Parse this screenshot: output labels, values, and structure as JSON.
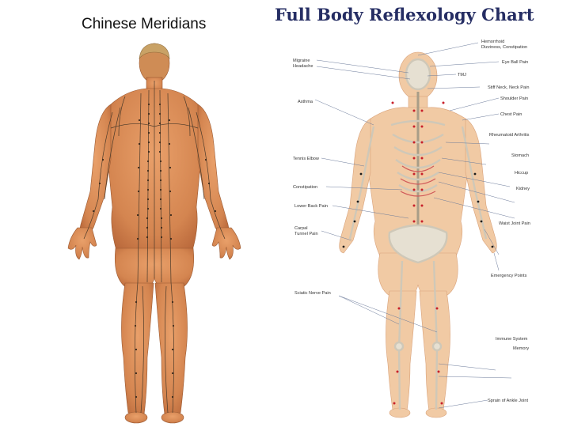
{
  "left_panel": {
    "title": "Chinese Meridians"
  },
  "right_panel": {
    "title": "Full Body Reflexology Chart",
    "labels_right": [
      "Hemorrhoid",
      "Dizziness, Constipation",
      "Eye Ball Pain",
      "TMJ",
      "Stiff Neck, Neck Pain",
      "Shoulder Pain",
      "Chest Pain",
      "Rheumatoid Arthritis",
      "Stomach",
      "Hiccup",
      "Kidney",
      "Waist Joint Pain",
      "Emergency Points",
      "Immune System",
      "Memory",
      "Sprain of Ankle Joint"
    ],
    "labels_left": [
      "Migraine",
      "Headache",
      "Asthma",
      "Tennis Elbow",
      "Constipation",
      "Lower Back Pain",
      "Carpal",
      "Tunnel Pain",
      "Sciatic Nerve Pain"
    ]
  },
  "colors": {
    "skin": "#d98a55",
    "skin_shadow": "#b8673a",
    "meridian_line": "#4a3a2a",
    "reflex_skin": "#f1caa4",
    "bone": "#d9d4c8",
    "point_red": "#c8202a",
    "title_navy": "#252d63"
  }
}
